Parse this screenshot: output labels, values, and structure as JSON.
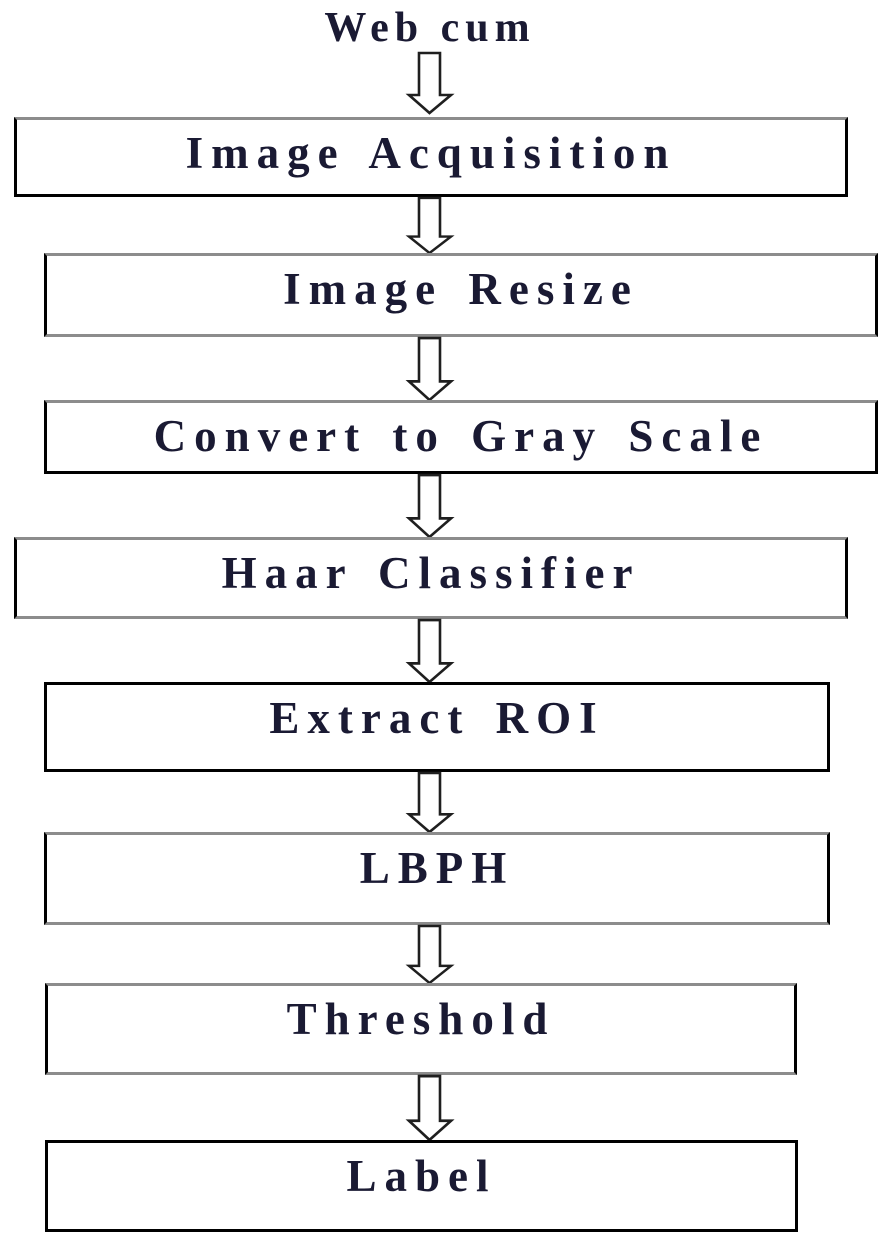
{
  "diagram": {
    "source_label": "Web cum",
    "steps": [
      {
        "label": "Image Acquisition"
      },
      {
        "label": "Image Resize"
      },
      {
        "label": "Convert to Gray Scale"
      },
      {
        "label": "Haar Classifier"
      },
      {
        "label": "Extract ROI"
      },
      {
        "label": "LBPH"
      },
      {
        "label": "Threshold"
      },
      {
        "label": "Label"
      }
    ],
    "connector": "hollow-down-arrow",
    "colors": {
      "background": "#ffffff",
      "box_border": "#000000",
      "box_border_shadow": "#8c8c8c",
      "text": "#1a1a33",
      "arrow_outline": "#1f1f1f",
      "arrow_fill": "#ffffff"
    }
  }
}
